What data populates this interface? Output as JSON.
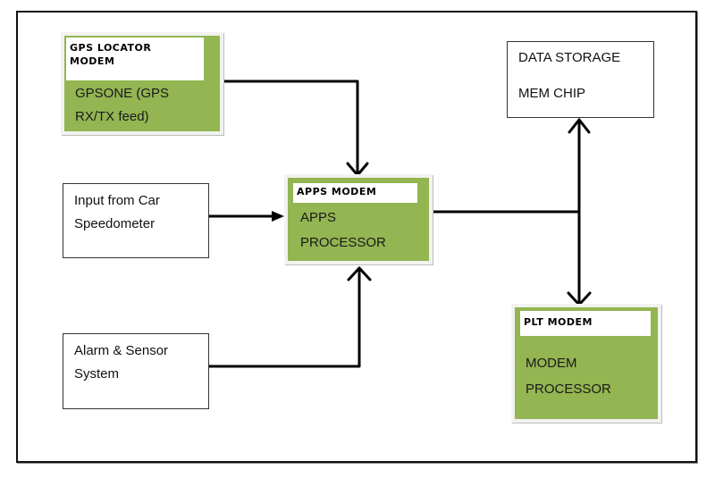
{
  "diagram": {
    "nodes": {
      "gps_locator": {
        "header": "GPS LOCATOR MODEM",
        "header_lines": [
          "GPS LOCATOR",
          "MODEM"
        ],
        "body_lines": [
          "GPSONE (GPS",
          "RX/TX feed)"
        ],
        "style": "green"
      },
      "apps_modem": {
        "header": "APPS MODEM",
        "body_lines": [
          "APPS",
          "PROCESSOR"
        ],
        "style": "green"
      },
      "data_storage": {
        "body_lines": [
          "DATA STORAGE",
          "MEM CHIP"
        ],
        "style": "plain"
      },
      "speedometer_input": {
        "body_lines": [
          "Input from Car",
          "Speedometer"
        ],
        "style": "plain"
      },
      "alarm_sensor": {
        "body_lines": [
          "Alarm & Sensor",
          "System"
        ],
        "style": "plain"
      },
      "plt_modem": {
        "header": "PLT MODEM",
        "body_lines": [
          "MODEM",
          "PROCESSOR"
        ],
        "style": "green"
      }
    },
    "edges": [
      {
        "from": "gps_locator",
        "to": "apps_modem",
        "direction": "forward"
      },
      {
        "from": "speedometer_input",
        "to": "apps_modem",
        "direction": "forward"
      },
      {
        "from": "alarm_sensor",
        "to": "apps_modem",
        "direction": "forward"
      },
      {
        "from": "apps_modem",
        "to": "data_storage",
        "direction": "forward"
      },
      {
        "from": "apps_modem",
        "to": "plt_modem",
        "direction": "forward"
      }
    ],
    "colors": {
      "green_fill": "#93b552",
      "box_border": "#333333",
      "line": "#000000",
      "header_fill": "#ffffff"
    }
  }
}
